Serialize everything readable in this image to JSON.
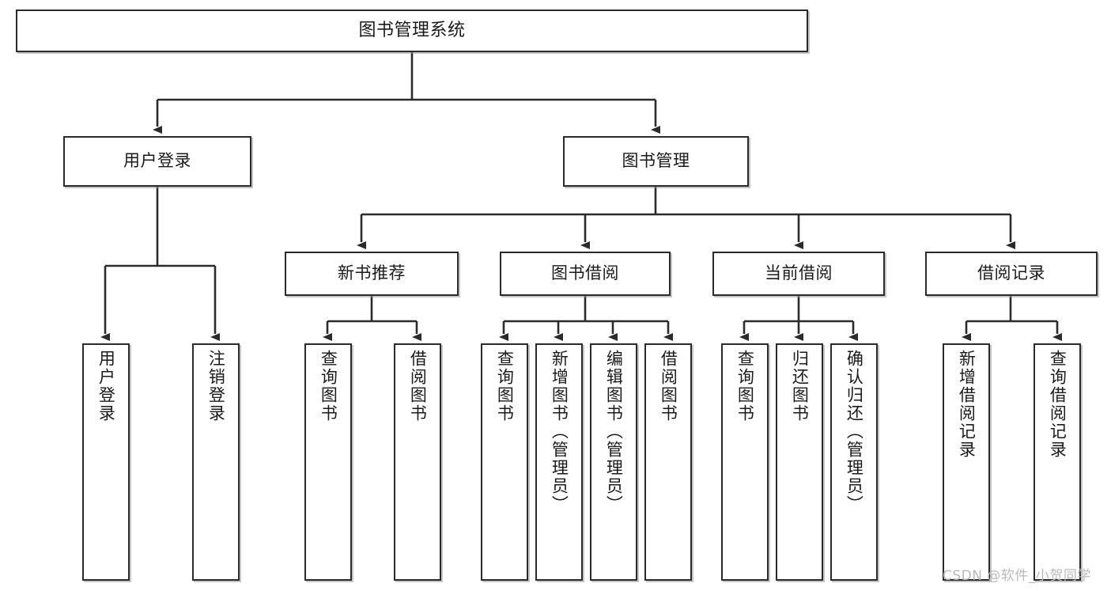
{
  "diagram": {
    "type": "tree-hierarchy-chart",
    "title": "图书管理系统",
    "root": {
      "id": "root",
      "label": "图书管理系统"
    },
    "level1": [
      {
        "id": "user-login",
        "label": "用户登录"
      },
      {
        "id": "book-manage",
        "label": "图书管理"
      }
    ],
    "level2": [
      {
        "id": "new-book-rec",
        "label": "新书推荐",
        "parent": "book-manage"
      },
      {
        "id": "book-borrow",
        "label": "图书借阅",
        "parent": "book-manage"
      },
      {
        "id": "current-borrow",
        "label": "当前借阅",
        "parent": "book-manage"
      },
      {
        "id": "borrow-record",
        "label": "借阅记录",
        "parent": "book-manage"
      }
    ],
    "leaves": [
      {
        "id": "leaf-user-login",
        "label": "用户登录",
        "parent": "user-login"
      },
      {
        "id": "leaf-logout-login",
        "label": "注销登录",
        "parent": "user-login"
      },
      {
        "id": "leaf-query-book-1",
        "label": "查询图书",
        "parent": "new-book-rec"
      },
      {
        "id": "leaf-borrow-book-1",
        "label": "借阅图书",
        "parent": "new-book-rec"
      },
      {
        "id": "leaf-query-book-2",
        "label": "查询图书",
        "parent": "book-borrow"
      },
      {
        "id": "leaf-add-book",
        "label": "新增图书（管理员）",
        "parent": "book-borrow"
      },
      {
        "id": "leaf-edit-book",
        "label": "编辑图书（管理员）",
        "parent": "book-borrow"
      },
      {
        "id": "leaf-borrow-book-2",
        "label": "借阅图书",
        "parent": "book-borrow"
      },
      {
        "id": "leaf-query-book-3",
        "label": "查询图书",
        "parent": "current-borrow"
      },
      {
        "id": "leaf-return-book",
        "label": "归还图书",
        "parent": "current-borrow"
      },
      {
        "id": "leaf-confirm-return",
        "label": "确认归还（管理员）",
        "parent": "current-borrow"
      },
      {
        "id": "leaf-add-record",
        "label": "新增借阅记录",
        "parent": "borrow-record"
      },
      {
        "id": "leaf-query-record",
        "label": "查询借阅记录",
        "parent": "borrow-record"
      }
    ],
    "watermark": "CSDN @软件_小贺同学",
    "colors": {
      "box_border": "#2b2b2b",
      "box_fill": "#ffffff",
      "connector": "#2b2b2b",
      "text": "#1a1a1a",
      "watermark": "#b9b9b9",
      "background": "#ffffff"
    }
  }
}
